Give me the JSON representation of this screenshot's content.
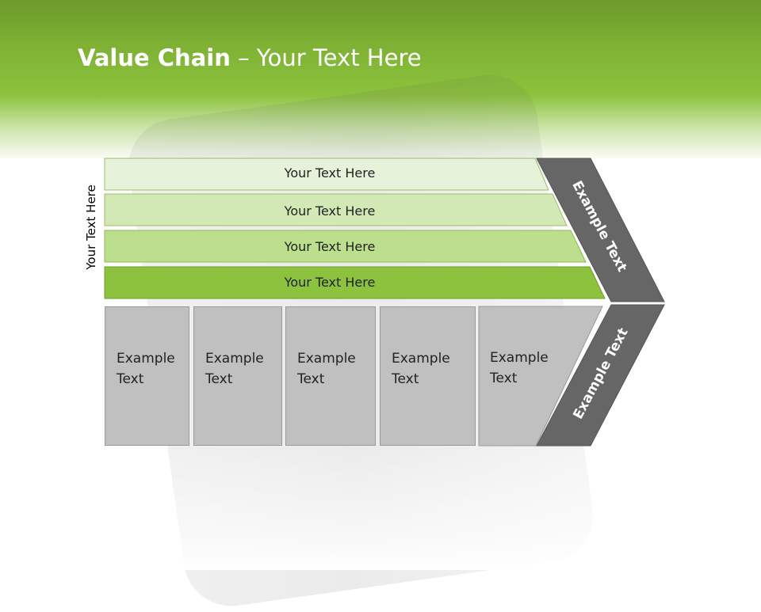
{
  "slide": {
    "title_bold": "Value Chain",
    "title_rest": " – Your Text Here",
    "vertical_label": "Your Text Here"
  },
  "rows": [
    {
      "label": "Your Text Here",
      "color": "#e6f2d9"
    },
    {
      "label": "Your Text Here",
      "color": "#d2e9b6"
    },
    {
      "label": "Your Text Here",
      "color": "#bcdf8e"
    },
    {
      "label": "Your Text Here",
      "color": "#8cc23d"
    }
  ],
  "boxes": [
    {
      "label": "Example Text"
    },
    {
      "label": "Example Text"
    },
    {
      "label": "Example Text"
    },
    {
      "label": "Example Text"
    },
    {
      "label": "Example Text"
    }
  ],
  "chevron": {
    "upper_label": "Example Text",
    "lower_label": "Example Text",
    "color": "#666666"
  }
}
